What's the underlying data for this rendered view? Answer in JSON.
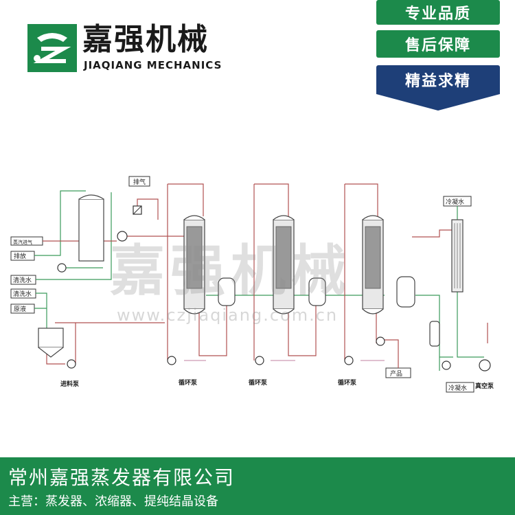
{
  "brand": {
    "name_cn": "嘉强机械",
    "name_en": "JIAQIANG MECHANICS"
  },
  "badges": [
    "专业品质",
    "售后保障",
    "精益求精"
  ],
  "colors": {
    "green": "#1c8a4b",
    "navy": "#1e3f78"
  },
  "diagram": {
    "labels": {
      "vent": "排气",
      "steam": "蒸汽进气",
      "discharge": "排放",
      "wash1": "清洗水",
      "wash2": "清洗水",
      "raw": "原液",
      "feed_pump": "进料泵",
      "circ_pump_1": "循环泵",
      "circ_pump_2": "循环泵",
      "circ_pump_3": "循环泵",
      "product": "产品",
      "cooling_in": "冷凝水",
      "cooling_out": "冷凝水",
      "vacuum_pump": "真空泵"
    }
  },
  "watermark": {
    "cn": "嘉强机械",
    "url": "www.czjiaqiang.com.cn"
  },
  "footer": {
    "company": "常州嘉强蒸发器有限公司",
    "business": "主营：蒸发器、浓缩器、提纯结晶设备"
  }
}
